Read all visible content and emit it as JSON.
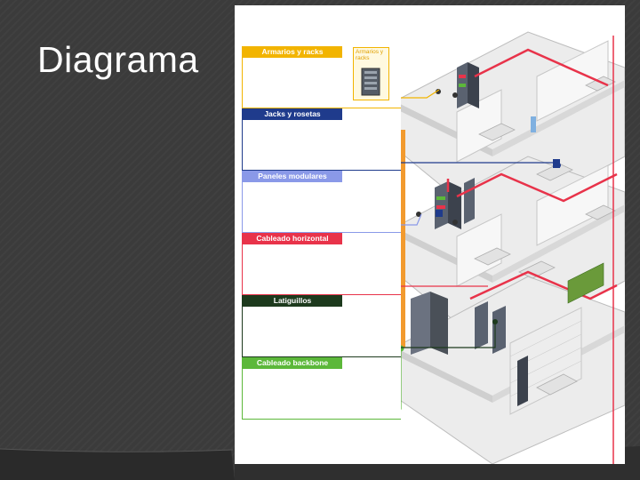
{
  "slide": {
    "title": "Diagrama"
  },
  "figure": {
    "legend": [
      {
        "label": "Armarios y racks",
        "color": "#f2b400"
      },
      {
        "label": "Jacks y rosetas",
        "color": "#1f3b8c"
      },
      {
        "label": "Paneles modulares",
        "color": "#8a99e8"
      },
      {
        "label": "Cableado horizontal",
        "color": "#e8334a"
      },
      {
        "label": "Latiguillos",
        "color": "#1d3a1d"
      },
      {
        "label": "Cableado backbone",
        "color": "#5cb83a"
      }
    ],
    "cabinet_label": "Armarios y racks",
    "colors": {
      "backbone_riser": "#f29a2e",
      "floor": "#e9e9e9",
      "wall": "#d9d9d9"
    }
  }
}
